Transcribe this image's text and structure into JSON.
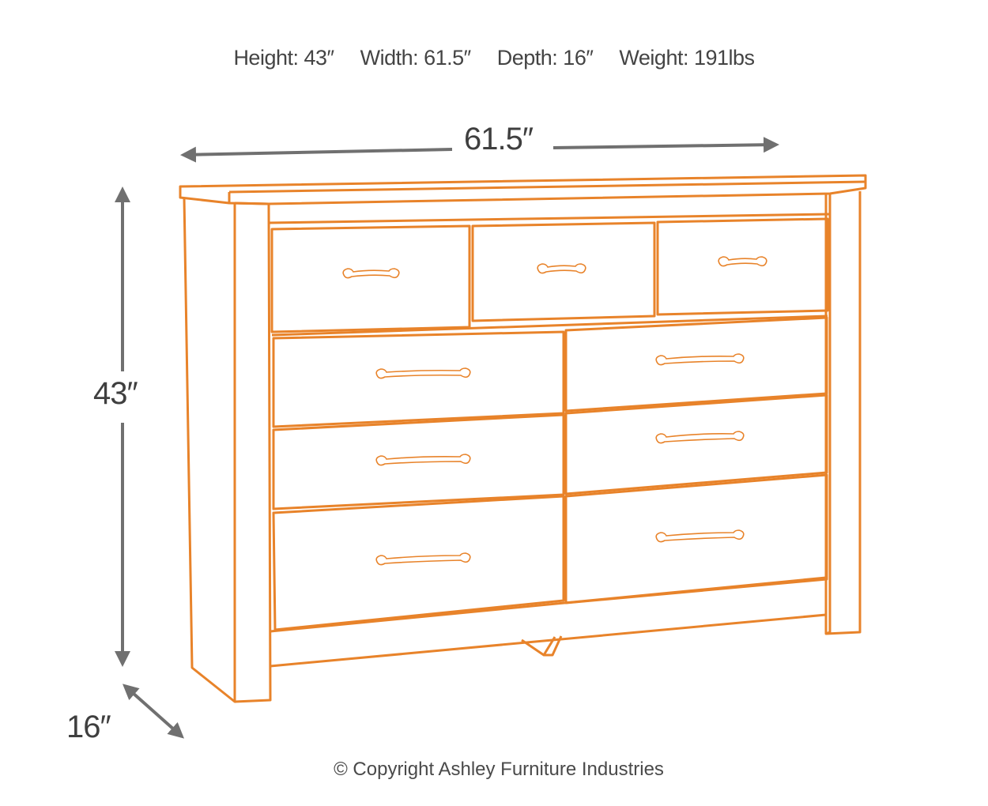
{
  "specs": {
    "height": "Height: 43″",
    "width": "Width: 61.5″",
    "depth": "Depth: 16″",
    "weight": "Weight: 191lbs"
  },
  "dimensions": {
    "width_label": "61.5″",
    "height_label": "43″",
    "depth_label": "16″"
  },
  "drawing": {
    "subject": "dresser",
    "top_drawers": 3,
    "lower_drawers": 6,
    "line_color": "#E8832A",
    "arrow_color": "#707070"
  },
  "footer": {
    "copyright": "© Copyright Ashley Furniture Industries"
  }
}
